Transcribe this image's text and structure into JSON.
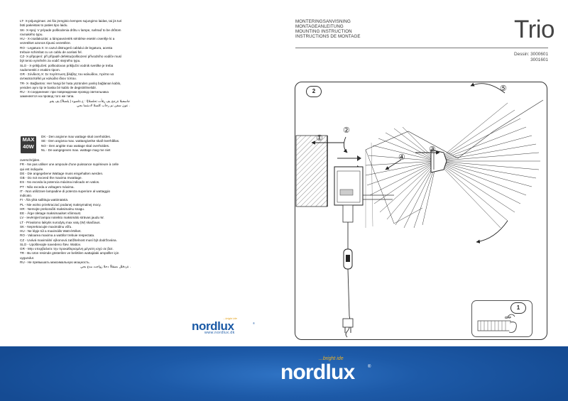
{
  "warnings": {
    "lines": [
      "LT- X-prijungimas: Jei šio įrenginio kempes sujungimo laidas, tai jis turi",
      "būti pakeistas to paties tipo laidu.",
      "SK- X-spoj: V prípade poškodenia drôtu v lampe, nahraď to be drôtom",
      "rovnakého typu.",
      "HU - X-csatlakozás: a lámpavezeték sérülése esetén cserélje ki a",
      "vezetéket azonos típusú vezetékre.",
      "RO - Legatura X: In cazul distrugerii cablului de legatura, acesta",
      "trebuie schimbat cu un cablu de acelasi fel.",
      "CZ- X-připojení: pří případě defektu/poškození přívodního vodiče musí",
      "být tento vyměněn za vodič stejného typu.",
      "SLO - X-priključek: poškodovan priključni vodnik svetilke je treba",
      "nadomestiti z enakim tipom.",
      "GR - Σύνδεση X: Σε περίπτωση βλάβης του καλωδίου, πρέπει να",
      "αντικατασταθεί με καλώδιο ίδιου τύπου.",
      "TR- X- Bağlantısı: Her hangi bir hata yüzünden yanlış bağlanan kablo,",
      "yeniden aynı tip te baska bir kablo ile degistirilmelidir.",
      "RU - X-соединение: при повреждении провод светильника",
      "заменяется на провод того же типа."
    ],
    "arabic": "جاسعبلا ةرجح يف رقأت تحلصلاإا : ح ةلصوء ( يلصلأا) يف يقم",
    "arabic2": ". عون سفن نم رخآب كلسلا لادبتسا بجي"
  },
  "max_badge": {
    "line1": "MAX",
    "line2": "40W"
  },
  "wattage": {
    "right_of_badge": [
      "DK - Den angivne max wattage skal overholdes.",
      "SE - Den angivna max. wattangivelse skall överhållas.",
      "NO - Den angitte max wattage skal overholdes.",
      "NL - De aangegeven max. wattage mag me niet",
      "overschrijden."
    ],
    "below": [
      "FR - Ne pas utiliser une ampoule d'une puissance supérieure à celle",
      "qui est indiquée.",
      "DE - Die angegebene Wattage muss eingehalten werden.",
      "GB - Do not exceed the maxima mwattage.",
      "ES - No exceda la potencia máxima indicado en vatios.",
      "PT - Não exceda a voltagem máxima.",
      "IT - Non utilizzare lampadine di potenza superiore al wattaggio",
      "indicato.",
      "FI - Älä ylitä sallittuja wattimääriä.",
      "PL - Nie wolno przekraczać podanej maksymalnej mocy.",
      "HR - Nemojte prekoračiti maksimalnu snagu.",
      "EE - Ärge ületage maksimaalset võimsust.",
      "LV - Ievērojiet lampai noteikto maksimālo strāvas jaudu W.",
      "LT - Privalomo laikytis nurodytų max vatų (W) skaičiaus.",
      "SK - Neprekracujte maximálnu vôľu.",
      "HU - Ne lépje túl a maximális Watt-értéket.",
      "RO - Valoarea maxima a wattilor trebuie respectata.",
      "CZ - Uvává maximální výkonová zatížitelnost musí být dodržována.",
      "SLO - Upoštevajte navedeno štev. Wattov.",
      "GR - Μην υπερβαίνετε την προκαθορισμένη μέγιστη ισχύ σε βατ.",
      "TR - Bu ürün resimde gösterilen ve belirtilen wattajdaki ampülller için",
      "uygundur.",
      "RU - Не превышать максимальную мощность."
    ],
    "arabic": ". ةردقلل ىصقلأا دحلا زواجت مدع بجي"
  },
  "logo_small": {
    "brand": "nordlux",
    "tagline": "...bright ide",
    "url": "www.nordlux.dk"
  },
  "instructions": {
    "lines": [
      "MONTERINGSANVISNING",
      "MONTAGEANLEITUNG",
      "MOUNTING INSTRUCTION",
      "INSTRUCTIONS DE MONTAGE"
    ]
  },
  "product_title": "Trio",
  "design": {
    "label": "Dessin: 3000601",
    "number2": "3001601"
  },
  "steps": {
    "main": "2",
    "inset": "1",
    "callouts": [
      "①",
      "②",
      "③",
      "④",
      "⑤"
    ]
  },
  "inset_labels": {
    "off": "OFF"
  },
  "logo_big": {
    "brand": "nordlux",
    "tagline": "...bright ide"
  },
  "colors": {
    "brand_blue": "#1b5aa6",
    "tagline_yellow": "#f2b320",
    "band_blue": "#1d5aa8"
  }
}
